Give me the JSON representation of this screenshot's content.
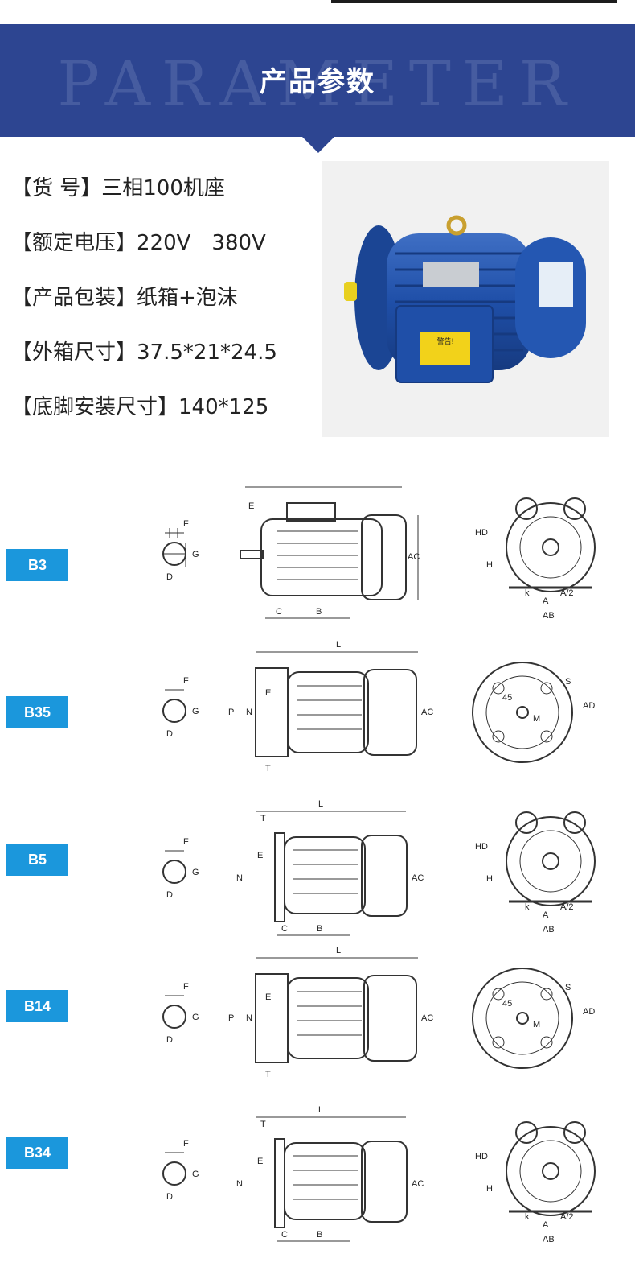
{
  "banner": {
    "ghost": "PARAMETER",
    "title": "产品参数"
  },
  "specs": [
    {
      "label": "【货 号】",
      "value": "三相100机座"
    },
    {
      "label": "【额定电压】",
      "value": "220V　380V"
    },
    {
      "label": "【产品包装】",
      "value": "纸箱+泡沫"
    },
    {
      "label": "【外箱尺寸】",
      "value": "37.5*21*24.5"
    },
    {
      "label": "【底脚安装尺寸】",
      "value": "140*125"
    }
  ],
  "motor_labels": {
    "warning": "警告!"
  },
  "mounts": [
    {
      "code": "B3"
    },
    {
      "code": "B35"
    },
    {
      "code": "B5"
    },
    {
      "code": "B14"
    },
    {
      "code": "B34"
    }
  ],
  "dims": {
    "F": "F",
    "G": "G",
    "D": "D",
    "E": "E",
    "L": "L",
    "AC": "AC",
    "C": "C",
    "B": "B",
    "HD": "HD",
    "H": "H",
    "K": "k",
    "A": "A",
    "A2": "A/2",
    "AB": "AB",
    "P": "P",
    "N": "N",
    "T": "T",
    "S": "S",
    "AD": "AD",
    "M": "M",
    "deg": "45"
  },
  "colors": {
    "banner": "#2d4591",
    "badge": "#1b97dc",
    "motor": "#1f4fa8"
  }
}
